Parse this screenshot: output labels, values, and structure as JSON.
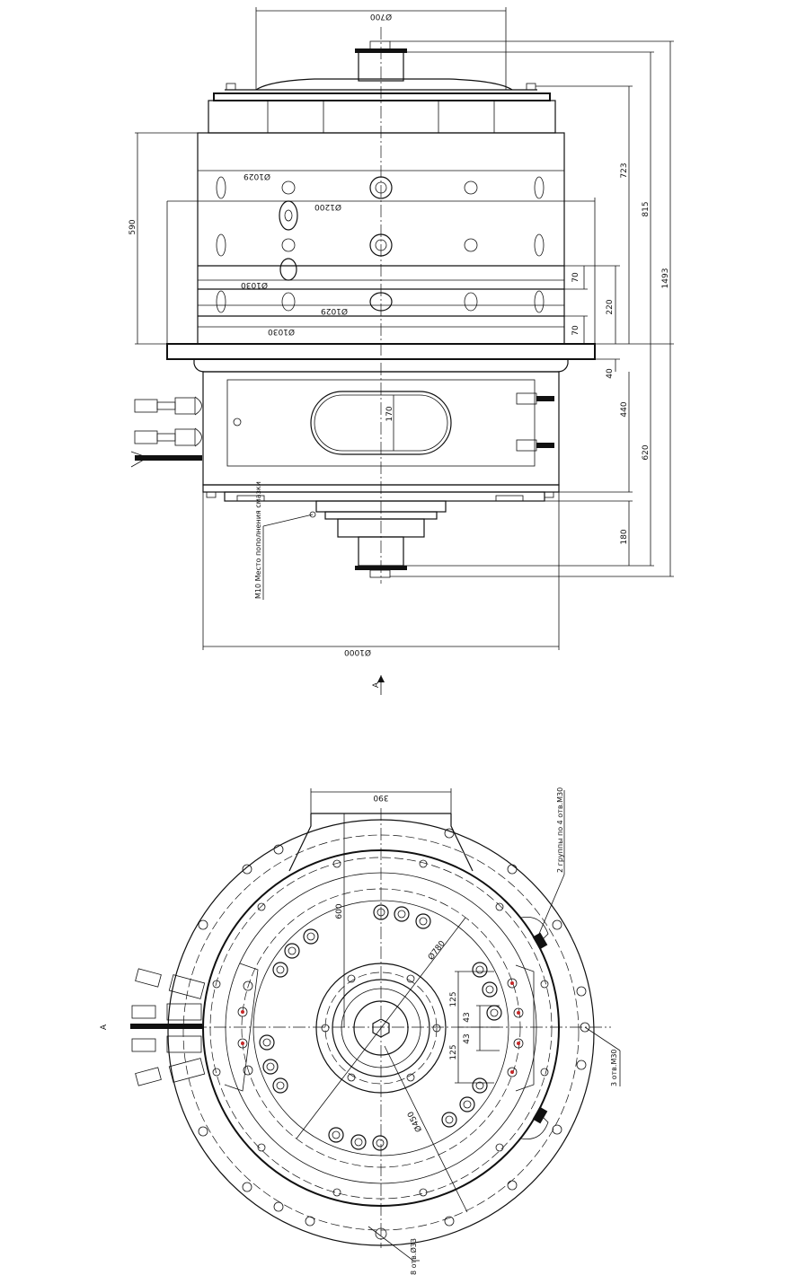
{
  "top_view": {
    "dims": {
      "d700": "Ø700",
      "d1029_a": "Ø1029",
      "d1200": "Ø1200",
      "d1030_a": "Ø1030",
      "d1029_b": "Ø1029",
      "d1030_b": "Ø1030",
      "d1000": "Ø1000",
      "h590": "590",
      "h723": "723",
      "h815": "815",
      "h1493": "1493",
      "h70_a": "70",
      "h220": "220",
      "h70_b": "70",
      "h40": "40",
      "h440": "440",
      "h620": "620",
      "h180": "180",
      "h170": "170"
    },
    "note": "M10 Место пополнения смазки",
    "view_marker": "A"
  },
  "bottom_view": {
    "dims": {
      "w390": "390",
      "r600": "600",
      "d780": "Ø780",
      "d450": "Ø450",
      "c125_a": "125",
      "c43_a": "43",
      "c43_b": "43",
      "c125_b": "125",
      "hole33": "8 отв.Ø33"
    },
    "notes": {
      "groups": "2 группы по 4 отв.М30",
      "holes3": "3 отв.М30"
    },
    "view_marker": "A"
  }
}
